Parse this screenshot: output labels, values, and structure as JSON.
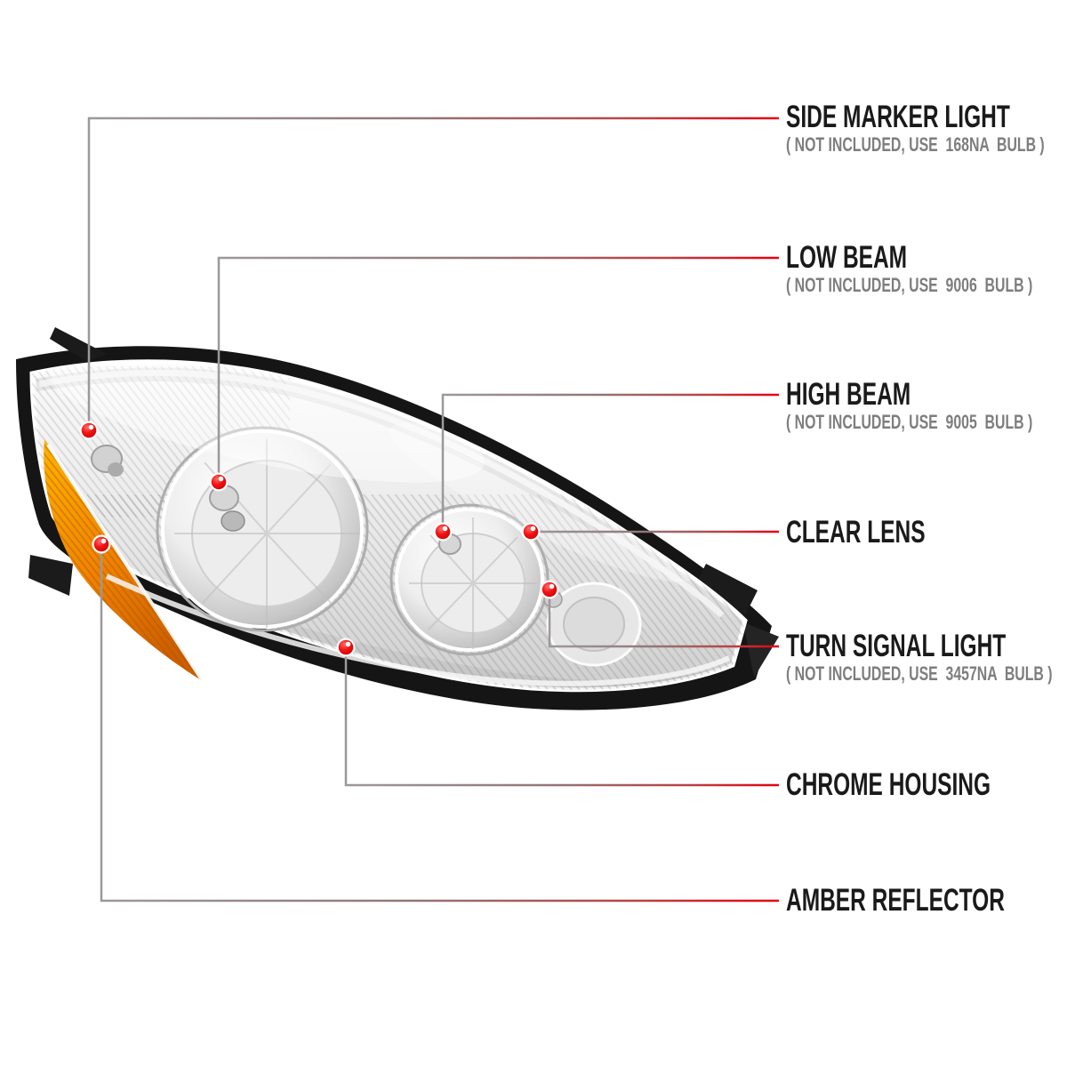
{
  "colors": {
    "background": "#ffffff",
    "title_color": "#1a1a1a",
    "subtitle_color": "#7e7e7e",
    "leader_gray": "#9d989a",
    "leader_red": "#e8000f",
    "dot_red": "#ee0e0e",
    "amber": "#f68b00",
    "chrome_light": "#f7f7f7",
    "trim_black": "#151515"
  },
  "callouts": [
    {
      "id": "side-marker-light",
      "title": "SIDE MARKER LIGHT",
      "subtitle": "( NOT INCLUDED, USE  168NA  BULB )"
    },
    {
      "id": "low-beam",
      "title": "LOW BEAM",
      "subtitle": "( NOT INCLUDED, USE  9006  BULB )"
    },
    {
      "id": "high-beam",
      "title": "HIGH BEAM",
      "subtitle": "( NOT INCLUDED, USE  9005  BULB )"
    },
    {
      "id": "clear-lens",
      "title": "CLEAR LENS",
      "subtitle": ""
    },
    {
      "id": "turn-signal-light",
      "title": "TURN SIGNAL LIGHT",
      "subtitle": "( NOT INCLUDED, USE  3457NA  BULB )"
    },
    {
      "id": "chrome-housing",
      "title": "CHROME HOUSING",
      "subtitle": ""
    },
    {
      "id": "amber-reflector",
      "title": "AMBER REFLECTOR",
      "subtitle": ""
    }
  ]
}
